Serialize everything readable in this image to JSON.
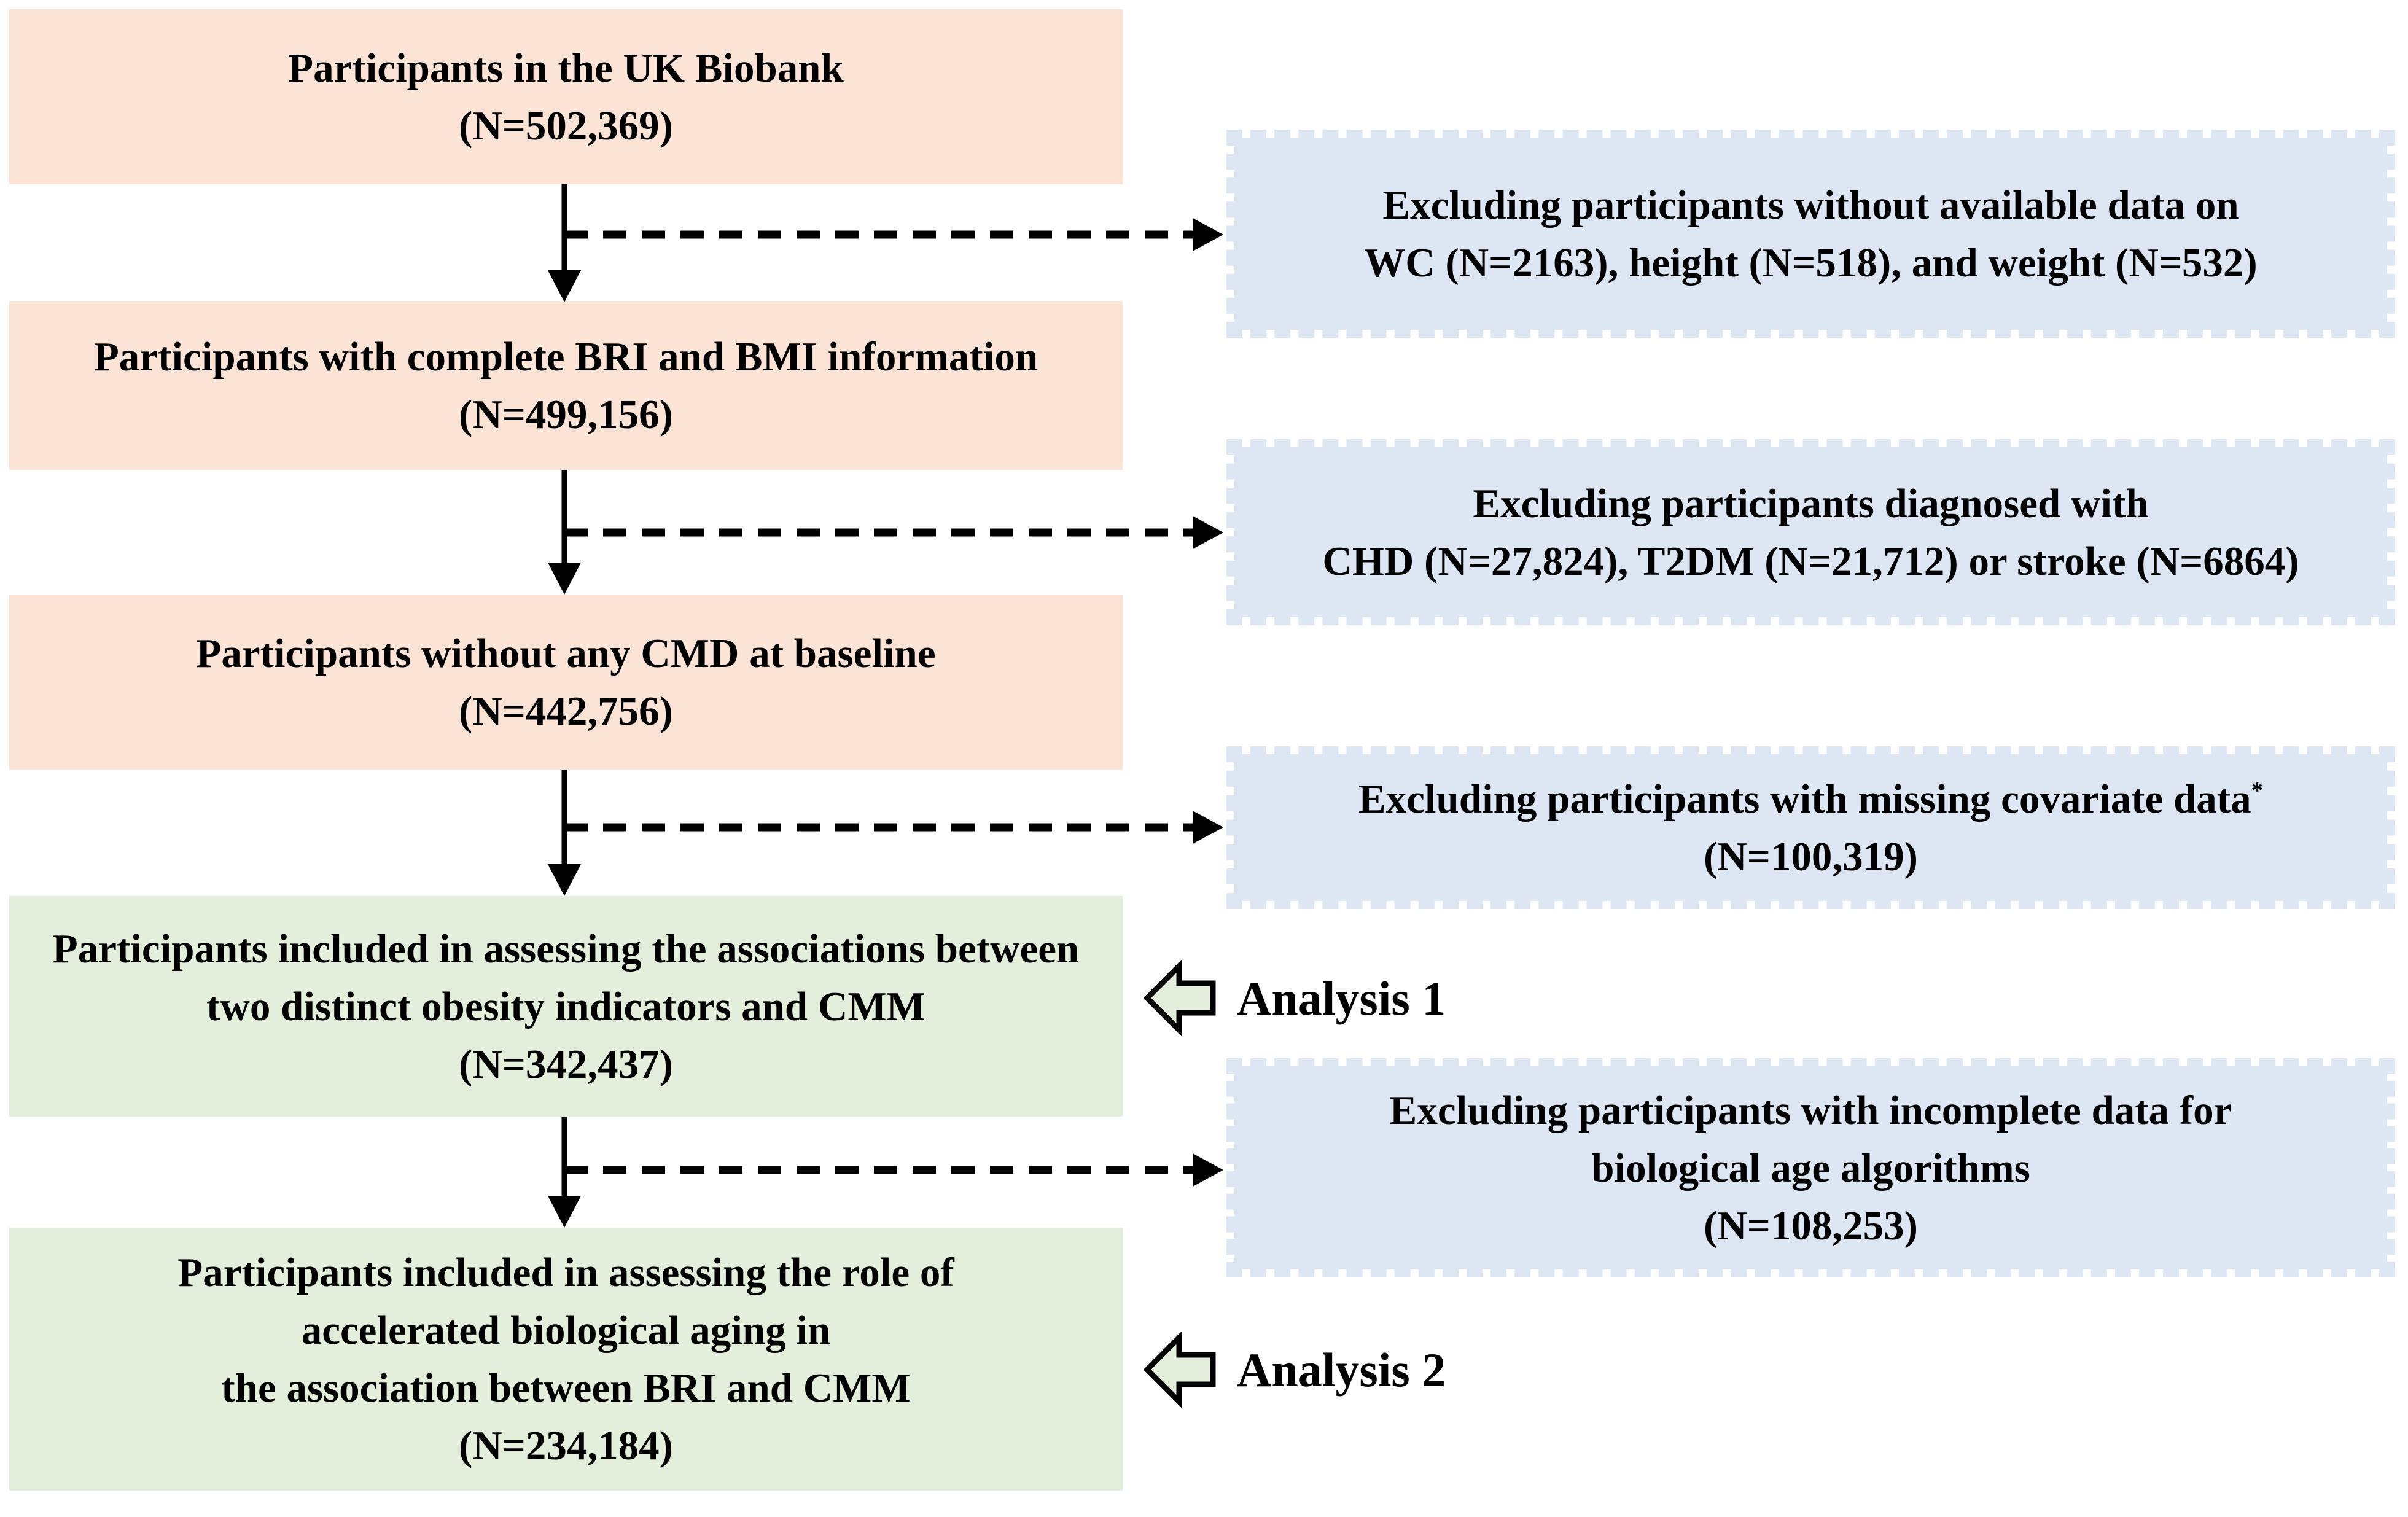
{
  "colors": {
    "peach": "#fbe4d5",
    "blue": "#dce7f3",
    "green": "#e3efda",
    "line": "#000000"
  },
  "flow_boxes": {
    "uk_biobank": {
      "lines": [
        "Participants in the UK Biobank",
        "(N=502,369)"
      ]
    },
    "complete_bri_bmi": {
      "lines": [
        "Participants with complete BRI and BMI information",
        "(N=499,156)"
      ]
    },
    "no_cmd_baseline": {
      "lines": [
        "Participants without any CMD at baseline",
        "(N=442,756)"
      ]
    },
    "analysis1_population": {
      "lines": [
        "Participants included in assessing the associations between",
        "two distinct obesity indicators and CMM",
        "(N=342,437)"
      ]
    },
    "analysis2_population": {
      "lines": [
        "Participants included in assessing the role of",
        "accelerated biological aging in",
        "the association between BRI and CMM",
        "(N=234,184)"
      ]
    }
  },
  "exclusion_boxes": {
    "anthropometry": {
      "lines": [
        "Excluding participants without available data on",
        "WC (N=2163), height (N=518), and weight (N=532)"
      ]
    },
    "cmd_diagnosis": {
      "lines": [
        "Excluding participants diagnosed with",
        "CHD (N=27,824), T2DM (N=21,712) or stroke (N=6864)"
      ]
    },
    "missing_covariates": {
      "line1": "Excluding participants with missing covariate data",
      "line1_superscript": "*",
      "line2": "(N=100,319)"
    },
    "biological_age": {
      "lines": [
        "Excluding participants with incomplete data for",
        "biological age algorithms",
        "(N=108,253)"
      ]
    }
  },
  "annotations": {
    "analysis1": "Analysis 1",
    "analysis2": "Analysis 2"
  }
}
